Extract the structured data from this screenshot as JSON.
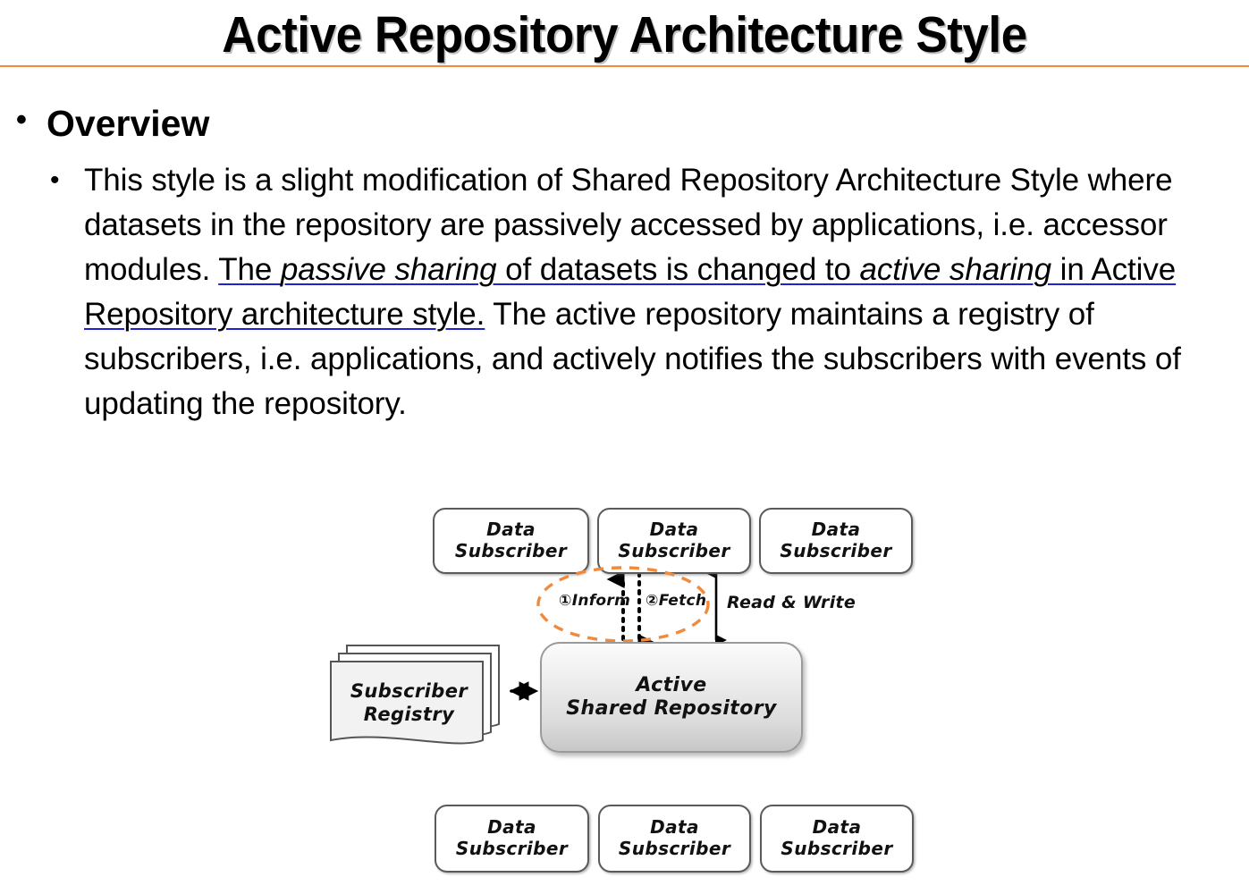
{
  "slide": {
    "title": "Active Repository Architecture Style",
    "accent_color": "#F08A3C",
    "underline_color": "#2222CC"
  },
  "body": {
    "bullet_glyph": "•",
    "level1": {
      "label": "Overview"
    },
    "level2": {
      "text_part1": "This style is a slight modification of Shared Repository Architecture Style where datasets in the repository are passively accessed by applications, i.e. accessor modules. ",
      "underlined_lead": "The ",
      "underlined_italic1": "passive sharing",
      "underlined_mid": " of datasets is changed to ",
      "underlined_italic2": "active sharing",
      "underlined_tail": " in Active Repository architecture style.",
      "text_part2": " The active repository maintains a registry of subscribers, i.e. applications, and actively notifies the subscribers with events of updating the repository."
    }
  },
  "diagram": {
    "top_subscribers": [
      {
        "line1": "Data",
        "line2": "Subscriber"
      },
      {
        "line1": "Data",
        "line2": "Subscriber"
      },
      {
        "line1": "Data",
        "line2": "Subscriber"
      }
    ],
    "bottom_subscribers": [
      {
        "line1": "Data",
        "line2": "Subscriber"
      },
      {
        "line1": "Data",
        "line2": "Subscriber"
      },
      {
        "line1": "Data",
        "line2": "Subscriber"
      }
    ],
    "repository": {
      "line1": "Active",
      "line2": "Shared Repository"
    },
    "registry": {
      "line1": "Subscriber",
      "line2": "Registry"
    },
    "flow_labels": {
      "inform": "①Inform",
      "fetch": "②Fetch",
      "read_write": "Read & Write"
    },
    "colors": {
      "highlight_ellipse": "#F08A3C",
      "node_border": "#5A5A5A",
      "repo_border": "#9A9A9A",
      "arrow": "#000000"
    }
  }
}
